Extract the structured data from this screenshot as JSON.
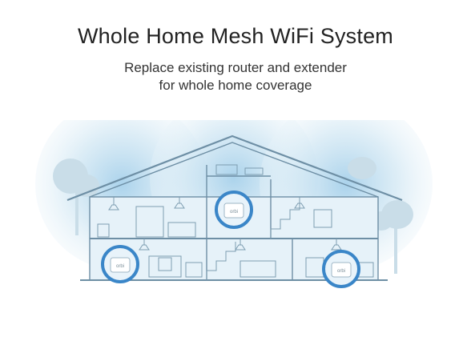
{
  "header": {
    "title": "Whole Home Mesh WiFi System",
    "subtitle_line1": "Replace existing router and extender",
    "subtitle_line2": "for whole home coverage"
  },
  "device": {
    "label": "orbi"
  },
  "colors": {
    "coverage": "#cfe6f3",
    "coverage_center": "#b7d9ee",
    "house_fill": "#d7ebf5",
    "house_line": "#6e8fa5",
    "device_ring": "#3a86c8",
    "tree": "#c9dde8"
  }
}
